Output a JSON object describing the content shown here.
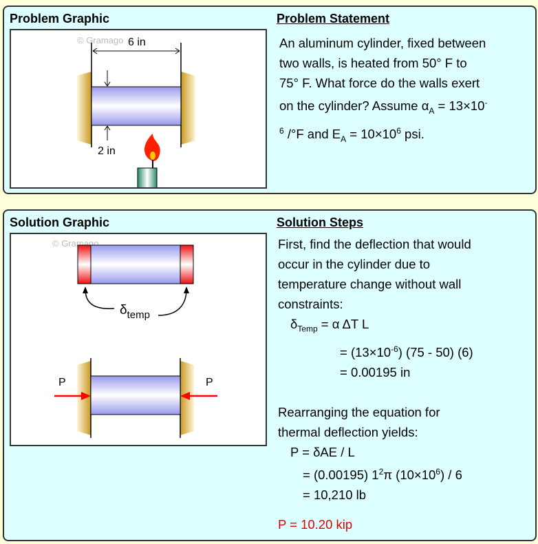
{
  "problem": {
    "graphic_title": "Problem Graphic",
    "statement_title": "Problem Statement",
    "statement": [
      "An aluminum cylinder, fixed between",
      "two walls, is heated from 50° F to",
      "75° F. What force do the walls exert",
      "on the cylinder? Assume α",
      "A",
      " = 13×10",
      "-",
      "6",
      " /°F and E",
      "A",
      " = 10×10",
      "6",
      " psi."
    ],
    "length_label": "6 in",
    "diameter_label": "2 in",
    "watermark": "© Gramago"
  },
  "solution": {
    "graphic_title": "Solution Graphic",
    "steps_title": "Solution Steps",
    "intro": [
      "First, find the deflection that would",
      "occur in the cylinder due to",
      "temperature change without wall",
      "constraints:"
    ],
    "eq1": {
      "lhs": "δ",
      "lhs_sub": "Temp",
      "rhs": " = α ΔT L",
      "line2a": "= (13×10",
      "line2sup": "-6",
      "line2b": ") (75 - 50) (6)",
      "line3": "= 0.00195 in"
    },
    "rearr": [
      "Rearranging the equation for",
      "thermal deflection yields:"
    ],
    "eq2": {
      "l1": "P = δAE / L",
      "l2a": "= (0.00195) 1",
      "l2sup": "2",
      "l2b": "π (10×10",
      "l2sup2": "6",
      "l2c": ") / 6",
      "l3": "= 10,210 lb"
    },
    "answer": "P = 10.20 kip",
    "delta_label": "δ",
    "delta_sub": "temp",
    "force_label": "P",
    "watermark": "© Gramago"
  }
}
